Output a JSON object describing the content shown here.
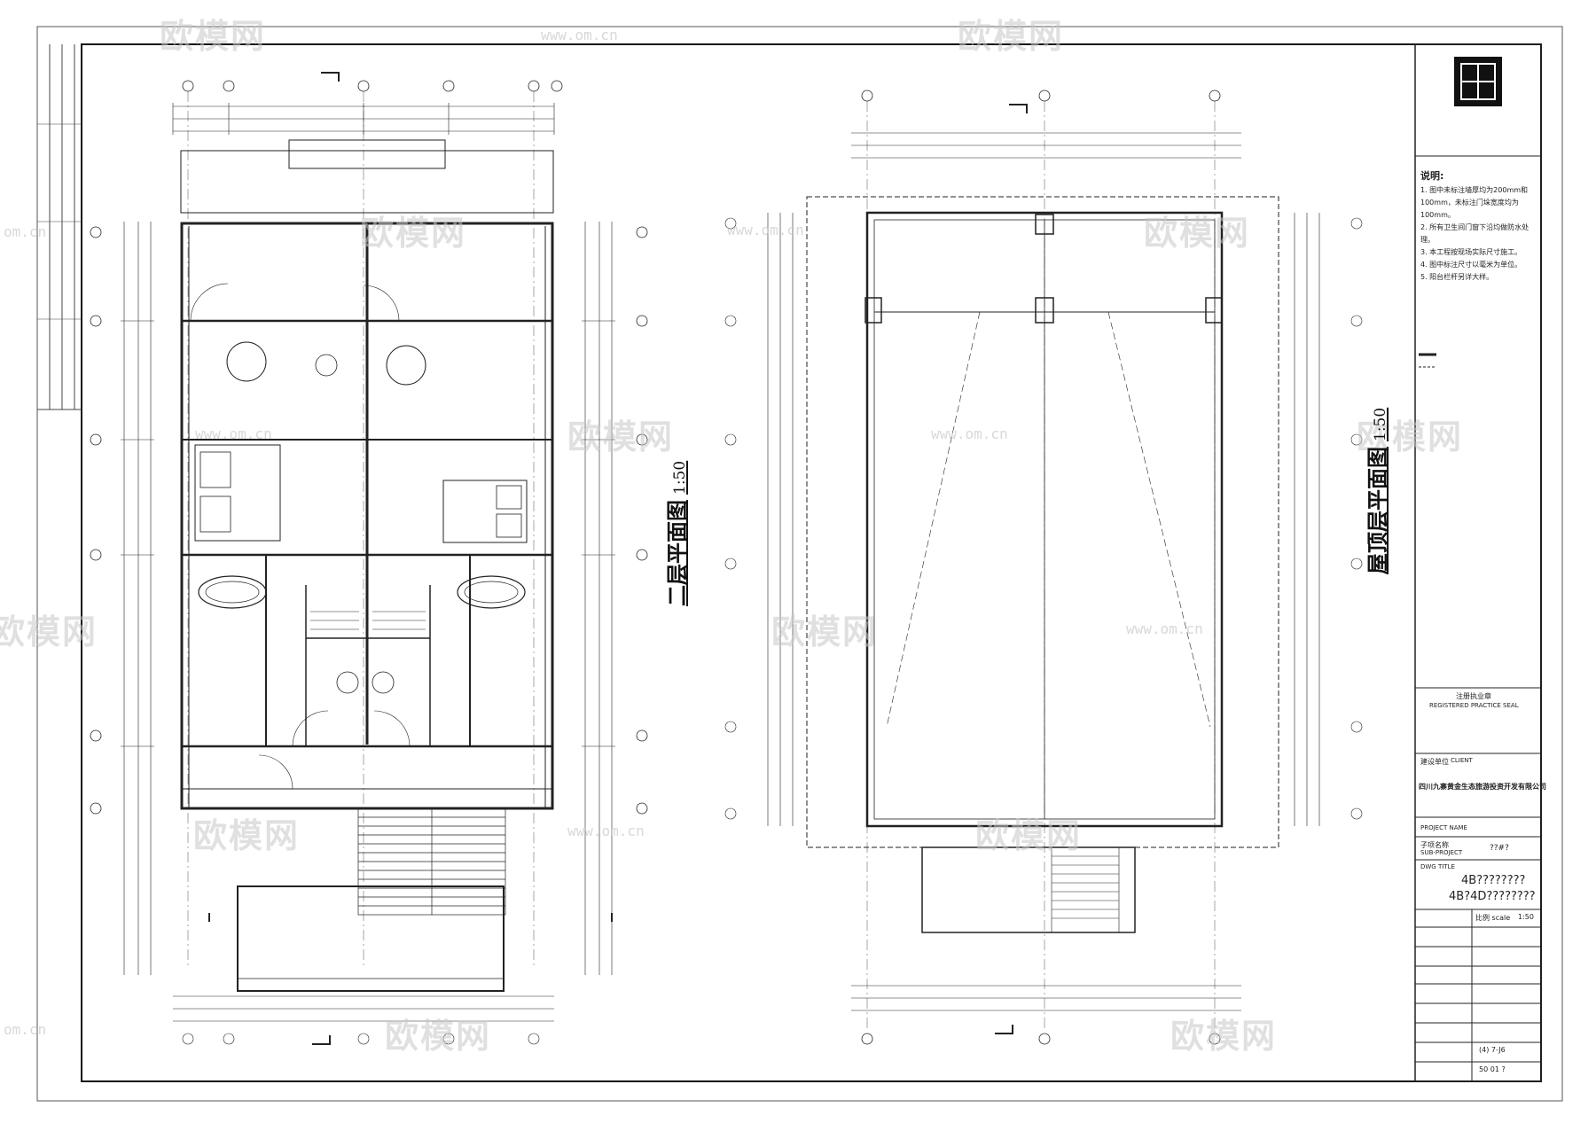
{
  "watermark": {
    "logo_text": "欧模网",
    "url_text": "www.om.cn",
    "short_url": "om.cn"
  },
  "plans": {
    "left": {
      "title": "二层平面图",
      "scale": "1:50"
    },
    "right": {
      "title": "屋顶层平面图",
      "scale": "1:50"
    }
  },
  "title_block": {
    "notes_heading": "说明:",
    "notes": [
      "1. 图中未标注墙厚均为200mm和100mm，未标注门垛宽度均为100mm。",
      "2. 所有卫生间门窗下沿均做防水处理。",
      "3. 本工程按现场实际尺寸施工。",
      "4. 图中标注尺寸以毫米为单位。",
      "5. 阳台栏杆另详大样。"
    ],
    "seal_label": "注册执业章",
    "seal_label_en": "REGISTERED PRACTICE SEAL",
    "client_label": "建设单位",
    "client_label_en": "CLIENT",
    "client_name": "四川九寨黄金生态旅游投资开发有限公司",
    "project_label_en": "PROJECT NAME",
    "subproject_label": "子项名称",
    "subproject_label_en": "SUB-PROJECT",
    "subproject_value": "??#?",
    "drawing_label_en": "DWG TITLE",
    "drawing_line1": "4B????????",
    "drawing_line2": "4B?4D????????",
    "scale_label": "比例 scale",
    "scale_value": "1:50",
    "footer_number": "(4) 7-J6",
    "footer_code": "50 01 ?"
  }
}
